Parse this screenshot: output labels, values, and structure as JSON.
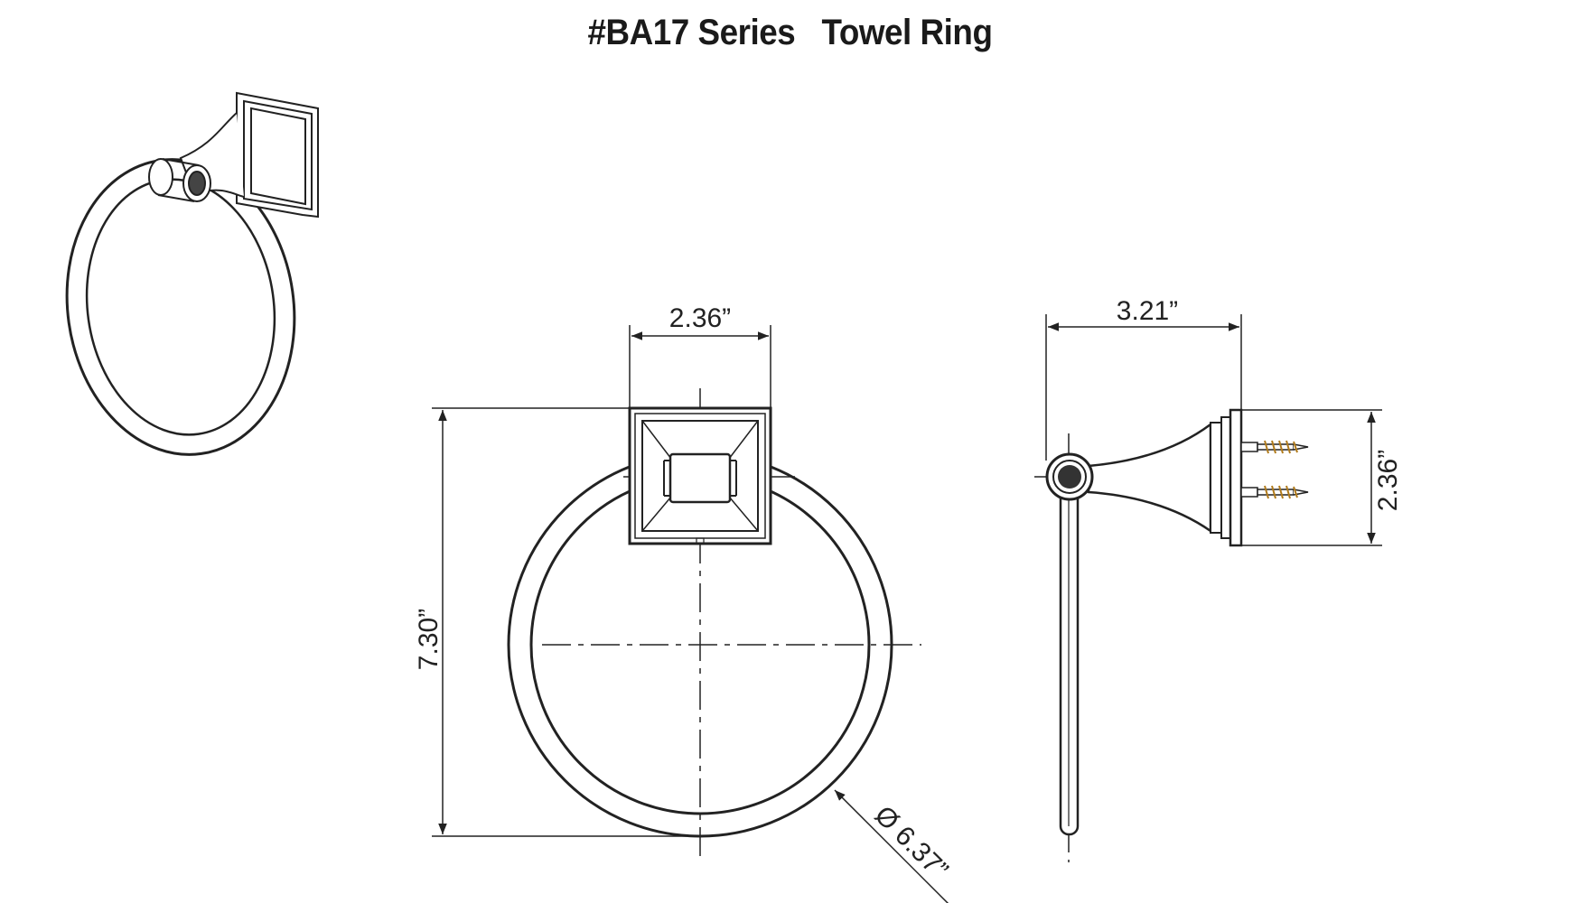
{
  "title": "#BA17 Series   Towel Ring",
  "dimensions": {
    "front_width": "2.36”",
    "front_height": "7.30”",
    "ring_diameter": "Ø 6.37”",
    "side_depth": "3.21”",
    "side_height": "2.36”"
  }
}
